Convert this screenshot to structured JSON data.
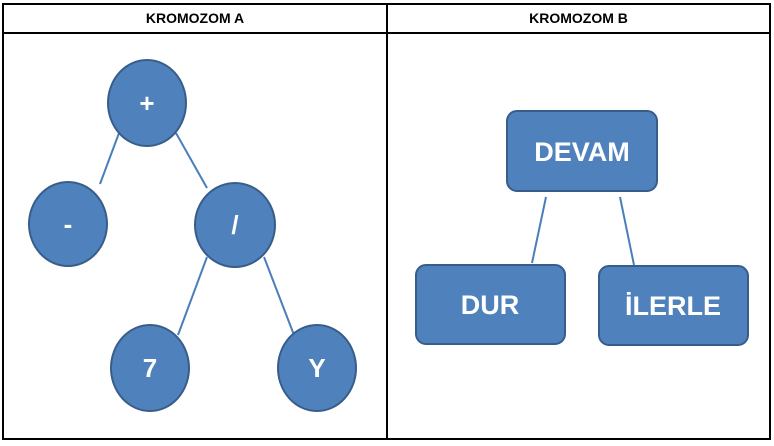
{
  "columns": {
    "a": {
      "title": "KROMOZOM A"
    },
    "b": {
      "title": "KROMOZOM B"
    }
  },
  "tree_a": {
    "root": "+",
    "left": "-",
    "right": "/",
    "right_left": "7",
    "right_right": "Y"
  },
  "tree_b": {
    "root": "DEVAM",
    "left": "DUR",
    "right": "İLERLE"
  },
  "colors": {
    "node_fill": "#4f81bd",
    "node_stroke": "#385d8a",
    "edge": "#4a7ebb",
    "text": "#ffffff"
  }
}
